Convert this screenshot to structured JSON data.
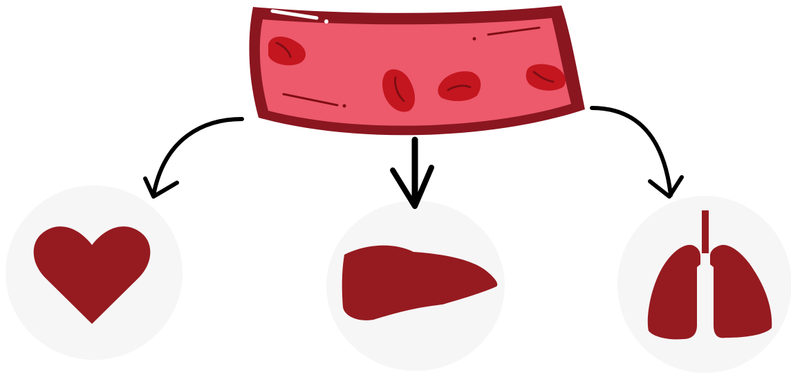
{
  "diagram": {
    "source": {
      "icon": "blood-vessel-icon",
      "colors": {
        "wall": "#8a1620",
        "lumen": "#ec5a6c",
        "cell": "#c4161f",
        "cell_dark": "#7e0d14"
      }
    },
    "connectors": [
      {
        "name": "arrow-to-heart",
        "style": "curved",
        "color": "#000000"
      },
      {
        "name": "arrow-to-liver",
        "style": "straight",
        "color": "#000000"
      },
      {
        "name": "arrow-to-lungs",
        "style": "curved",
        "color": "#000000"
      }
    ],
    "targets": [
      {
        "icon": "heart-icon",
        "fill": "#951b20",
        "circle": "#f6f6f6"
      },
      {
        "icon": "liver-icon",
        "fill": "#951b20",
        "circle": "#f6f6f6"
      },
      {
        "icon": "lungs-icon",
        "fill": "#951b20",
        "circle": "#f6f6f6"
      }
    ]
  }
}
